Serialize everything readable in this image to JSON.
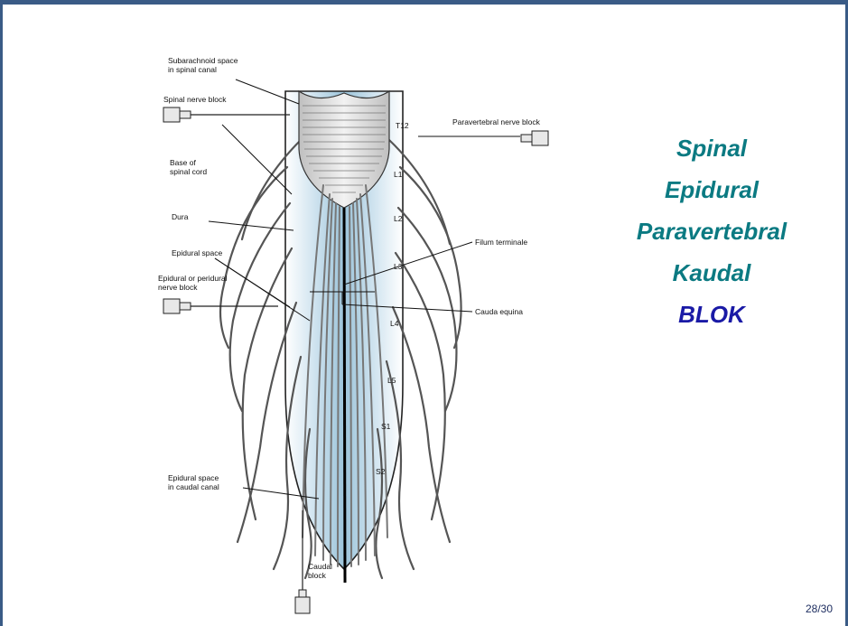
{
  "slide": {
    "titles": {
      "spinal": "Spinal",
      "epidural": "Epidural",
      "paravertebral": "Paravertebral",
      "kaudal": "Kaudal",
      "blok": "BLOK"
    },
    "page_number": "28/30",
    "colors": {
      "title_teal": "#0b7a82",
      "title_blue": "#1a1aa6",
      "frame": "#3a5b86"
    }
  },
  "diagram": {
    "labels": {
      "subarachnoid_1": "Subarachnoid space",
      "subarachnoid_2": "in spinal canal",
      "spinal_nerve_block": "Spinal nerve block",
      "base_1": "Base of",
      "base_2": "spinal cord",
      "dura": "Dura",
      "epidural_space": "Epidural space",
      "epidural_block_1": "Epidural or peridural",
      "epidural_block_2": "nerve block",
      "caudal_space_1": "Epidural space",
      "caudal_space_2": "in caudal canal",
      "caudal_block_1": "Caudal",
      "caudal_block_2": "block",
      "paravertebral_block": "Paravertebral nerve block",
      "filum": "Filum terminale",
      "cauda": "Cauda equina"
    },
    "levels": [
      "T12",
      "L1",
      "L2",
      "L3",
      "L4",
      "L5",
      "S1",
      "S2"
    ]
  }
}
